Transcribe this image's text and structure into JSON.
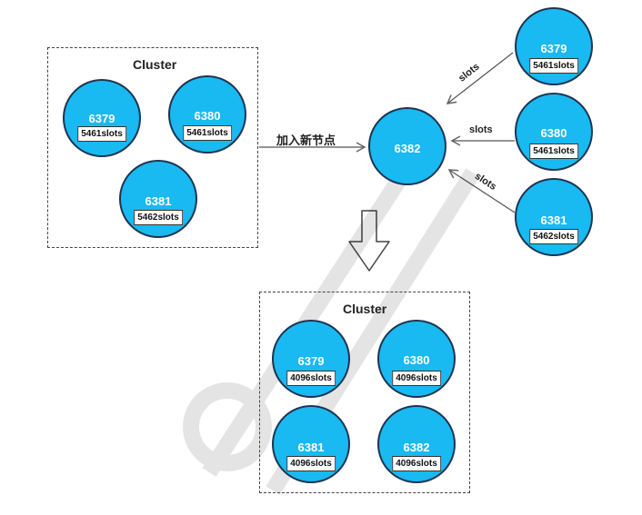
{
  "top_cluster": {
    "title": "Cluster",
    "nodes": [
      {
        "port": "6379",
        "slots": "5461slots"
      },
      {
        "port": "6380",
        "slots": "5461slots"
      },
      {
        "port": "6381",
        "slots": "5462slots"
      }
    ]
  },
  "add_node": {
    "label": "加入新节点",
    "new_node": {
      "port": "6382"
    }
  },
  "migration": {
    "edge_labels": [
      "slots",
      "slots",
      "slots"
    ],
    "sources": [
      {
        "port": "6379",
        "slots": "5461slots"
      },
      {
        "port": "6380",
        "slots": "5461slots"
      },
      {
        "port": "6381",
        "slots": "5462slots"
      }
    ]
  },
  "bottom_cluster": {
    "title": "Cluster",
    "nodes": [
      {
        "port": "6379",
        "slots": "4096slots"
      },
      {
        "port": "6380",
        "slots": "4096slots"
      },
      {
        "port": "6381",
        "slots": "4096slots"
      },
      {
        "port": "6382",
        "slots": "4096slots"
      }
    ]
  },
  "colors": {
    "node_fill": "#19b9f2",
    "node_border": "#1d3550",
    "dash": "#444444"
  }
}
